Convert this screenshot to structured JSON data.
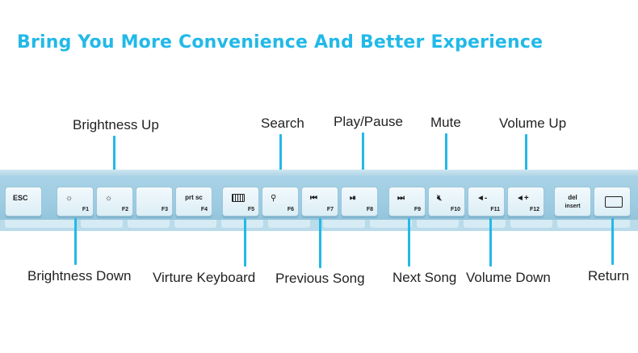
{
  "headline": "Bring You More Convenience And Better Experience",
  "labels": {
    "brightness_up": "Brightness Up",
    "search": "Search",
    "play_pause": "Play/Pause",
    "mute": "Mute",
    "volume_up": "Volume Up",
    "brightness_down": "Brightness Down",
    "virture_keyboard": "Virture Keyboard",
    "previous_song": "Previous Song",
    "next_song": "Next Song",
    "volume_down": "Volume Down",
    "return": "Return"
  },
  "keys": {
    "esc": "ESC",
    "f1": "F1",
    "f2": "F2",
    "f3": "F3",
    "f4_top": "prt sc",
    "f4": "F4",
    "f5": "F5",
    "f6": "F6",
    "f7": "F7",
    "f8": "F8",
    "f9": "F9",
    "f10": "F10",
    "f11": "F11",
    "f12": "F12",
    "del": "del",
    "insert": "insert"
  },
  "colors": {
    "accent": "#22b9e8",
    "keyboard": "#9ccbe1"
  }
}
